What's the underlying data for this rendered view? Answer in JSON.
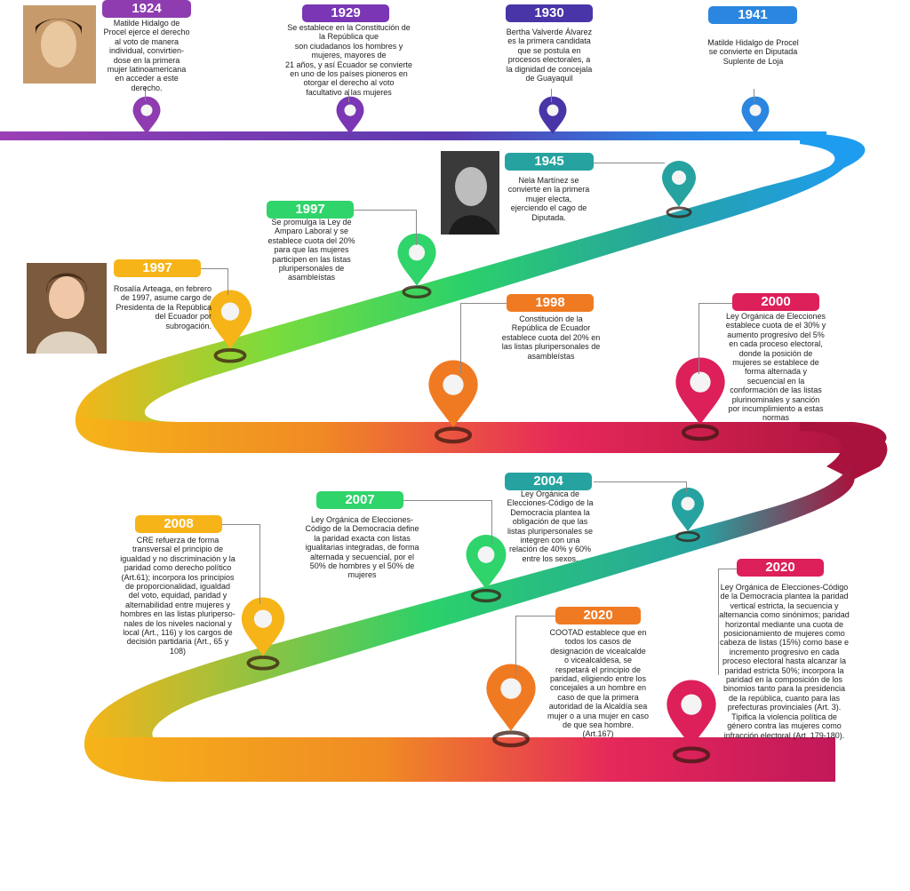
{
  "events": [
    {
      "year": "1924",
      "text": "Matilde Hidalgo de\nProcel ejerce el derecho\nal voto de manera\nindividual, convirtien-\ndose en la primera\nmujer latinoamericana\nen acceder a este\nderecho.",
      "color": "#8e3cb0"
    },
    {
      "year": "1929",
      "text": "Se establece en la Constitución de\nla República que\nson ciudadanos los hombres y\nmujeres, mayores de\n21 años, y así Ecuador se convierte\nen uno de los países pioneros en\notorgar el derecho al voto\nfacultativo a las mujeres",
      "color": "#7a36b4"
    },
    {
      "year": "1930",
      "text": "Bertha Valverde Álvarez\nes la primera candidata\nque se  postula en\nprocesos electorales, a\nla dignidad de concejala\nde Guayaquil",
      "color": "#4a35a8"
    },
    {
      "year": "1941",
      "text": "Matilde Hidalgo de Procel\nse convierte en Diputada\nSuplente de Loja",
      "color": "#2a86e0"
    },
    {
      "year": "1945",
      "text": "Nela Martínez se\nconvierte en la primera\nmujer electa,\nejerciendo el cago de\nDiputada.",
      "color": "#26a3a0"
    },
    {
      "year": "1997",
      "text": "Se promulga la Ley de\nAmparo Laboral y se\nestablece cuota del 20%\npara que las mujeres\nparticipen en las listas\npluripersonales de\nasambleístas",
      "color": "#2fd46a"
    },
    {
      "year": "1997",
      "text": "Rosalía Arteaga, en febrero\nde 1997, asume cargo de\nPresidenta de la República\ndel Ecuador por\nsubrogación.",
      "color": "#f6b419"
    },
    {
      "year": "1998",
      "text": "Constitución de la\nRepública de Ecuador\nestablece cuota del 20% en\nlas listas pluripersonales de\nasambleístas",
      "color": "#f07a22"
    },
    {
      "year": "2000",
      "text": "Ley Orgánica de Elecciones\nestablece cuota de el 30% y\naumento progresivo del 5%\nen cada proceso electoral,\ndonde la posición  de\nmujeres se establece de\nforma alternada y\nsecuencial en la\nconformación de las listas\nplurinominales y sanción\npor  incumplimiento a estas\nnormas",
      "color": "#dd1f5a"
    },
    {
      "year": "2004",
      "text": "Ley Orgánica de\nElecciones-Código de la\nDemocracia  plantea la\nobligación de que las\nlistas pluripersonales se\nintegren con una\nrelación de 40% y 60%\nentre los sexos.",
      "color": "#26a3a0"
    },
    {
      "year": "2007",
      "text": "Ley Orgánica de Elecciones-\nCódigo de la Democracia define\nla paridad exacta con listas\nigualitarias integradas, de forma\nalternada y secuencial, por el\n50% de hombres y el 50% de\nmujeres",
      "color": "#2fd46a"
    },
    {
      "year": "2008",
      "text": "CRE refuerza de forma\ntransversal el principio de\nigualdad y no discriminación y la\nparidad como derecho político\n(Art.61); incorpora los principios\nde proporcionalidad, igualdad\ndel voto, equidad, paridad y\nalternabilidad entre mujeres y\nhombres en las listas pluriperso-\nnales de los niveles nacional y\nlocal (Art., 116) y los cargos de\ndecisión partidaria (Art., 65 y\n108)",
      "color": "#f6b419"
    },
    {
      "year": "2020",
      "text": "COOTAD establece que en\ntodos los casos de\ndesignación de vicealcalde\no vicealcaldesa,  se\nrespetará el principio de\nparidad, eligiendo entre los\nconcejales a un hombre en\ncaso de que la primera\nautoridad de la Alcaldía sea\nmujer o a una mujer en caso\nde que sea hombre.\n(Art.167)",
      "color": "#f07a22"
    },
    {
      "year": "2020",
      "text": "Ley Orgánica de Elecciones-Código\nde la Democracia plantea la paridad\nvertical estricta, la secuencia y\nalternancia como sinónimos; paridad\nhorizontal mediante una cuota de\nposicionamiento de mujeres como\ncabeza de listas (15%) como base e\nincremento progresivo en cada\nproceso electoral hasta alcanzar la\nparidad estricta 50%; incorpora la\nparidad en la composición de los\nbinomios tanto para la presidencia\nde la república, cuanto para las\nprefecturas provinciales (Art. 3).\nTipifica la violencia política de\ngénero contra las mujeres como\ninfracción electoral (Art. 179-180).",
      "color": "#dd1f5a"
    }
  ]
}
